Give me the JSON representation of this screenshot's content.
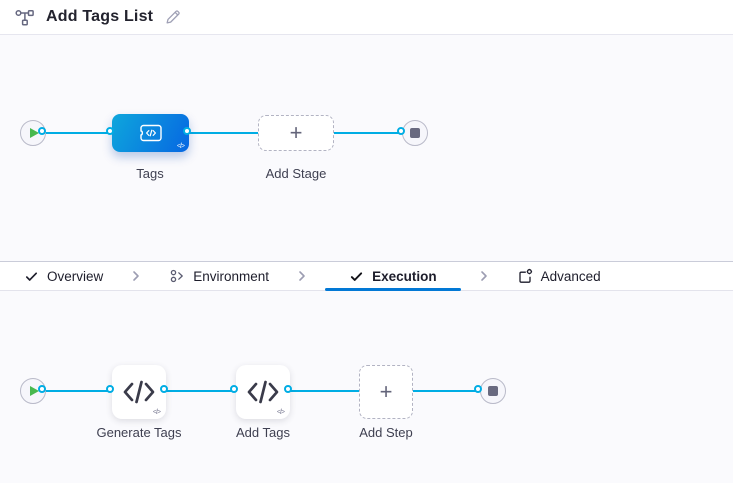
{
  "header": {
    "title": "Add Tags List"
  },
  "tabs": {
    "items": [
      {
        "label": "Overview",
        "icon": "check-icon",
        "active": false
      },
      {
        "label": "Environment",
        "icon": "environment-icon",
        "active": false
      },
      {
        "label": "Execution",
        "icon": "check-icon",
        "active": true
      },
      {
        "label": "Advanced",
        "icon": "panel-gear-icon",
        "active": false
      }
    ]
  },
  "stage_pipeline": {
    "stage": {
      "label": "Tags"
    },
    "add_stage": {
      "label": "Add Stage",
      "plus": "+"
    }
  },
  "execution_pipeline": {
    "steps": [
      {
        "label": "Generate Tags"
      },
      {
        "label": "Add Tags"
      }
    ],
    "add_step": {
      "label": "Add Step",
      "plus": "+"
    }
  },
  "icons": {
    "pipeline": "graph-nodes",
    "edit": "pencil",
    "flow_start": "play",
    "flow_end": "stop",
    "step": "code-brackets",
    "code_badge": "</>"
  },
  "colors": {
    "flow_line": "#00ade4",
    "tab_underline": "#0278d5",
    "stage_gradient_start": "#0ea6dc",
    "stage_gradient_end": "#0767e2",
    "play_green": "#48b84e",
    "endpoint_gray": "#696a80",
    "canvas_bg": "#fafafd"
  }
}
